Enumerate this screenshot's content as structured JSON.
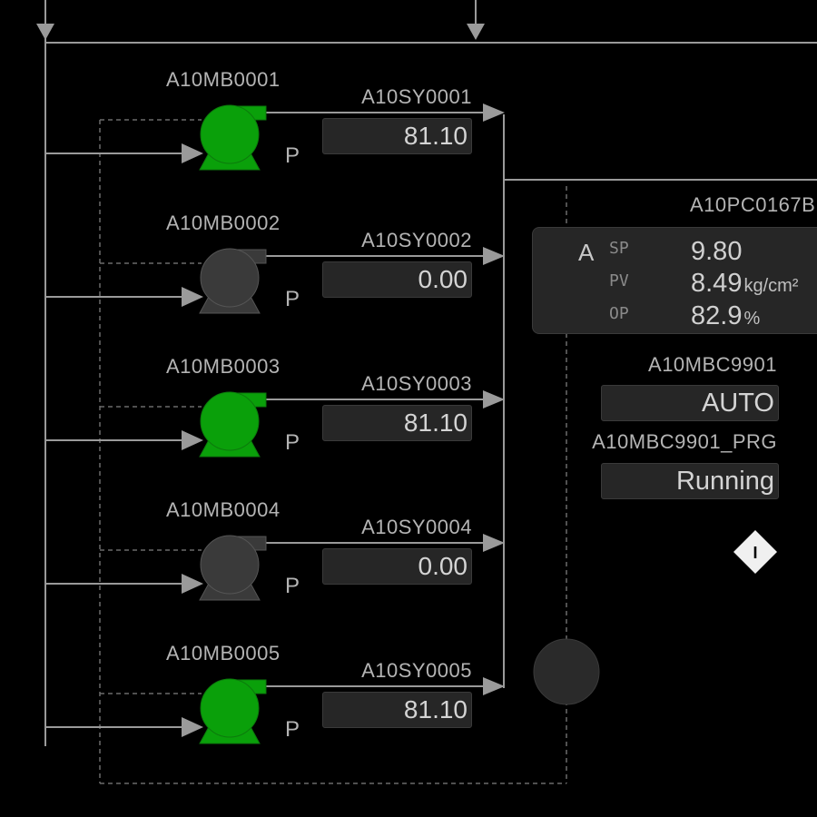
{
  "colors": {
    "running": "#0aa00a",
    "stopped": "#3a3a3a",
    "pipe": "#9a9a9a",
    "background": "#000000"
  },
  "pumps": [
    {
      "tag": "A10MB0001",
      "speed_tag": "A10SY0001",
      "speed_value": "81.10",
      "type_label": "P",
      "state": "running"
    },
    {
      "tag": "A10MB0002",
      "speed_tag": "A10SY0002",
      "speed_value": "0.00",
      "type_label": "P",
      "state": "stopped"
    },
    {
      "tag": "A10MB0003",
      "speed_tag": "A10SY0003",
      "speed_value": "81.10",
      "type_label": "P",
      "state": "running"
    },
    {
      "tag": "A10MB0004",
      "speed_tag": "A10SY0004",
      "speed_value": "0.00",
      "type_label": "P",
      "state": "stopped"
    },
    {
      "tag": "A10MB0005",
      "speed_tag": "A10SY0005",
      "speed_value": "81.10",
      "type_label": "P",
      "state": "running"
    }
  ],
  "pid": {
    "tag": "A10PC0167B",
    "mode": "A",
    "sp_label": "SP",
    "sp_value": "9.80",
    "pv_label": "PV",
    "pv_value": "8.49",
    "pv_unit": "kg/cm²",
    "op_label": "OP",
    "op_value": "82.9",
    "op_unit": "%"
  },
  "sequence": {
    "tag": "A10MBC9901",
    "mode_value": "AUTO",
    "program_tag": "A10MBC9901_PRG",
    "program_status": "Running"
  },
  "interlock_symbol": "I",
  "icons": {
    "pump": "centrifugal-pump-icon",
    "interlock": "interlock-diamond-icon",
    "indicator": "status-circle-icon"
  }
}
